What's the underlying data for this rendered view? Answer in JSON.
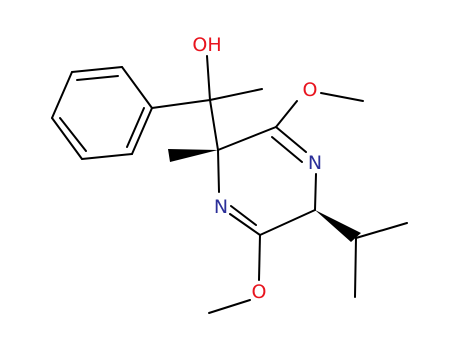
{
  "molecule": {
    "colors": {
      "bond": "#000000",
      "oxygen": "#e8141e",
      "nitrogen": "#2b2f99",
      "background": "#ffffff"
    },
    "labels": {
      "hydroxyl": "OH",
      "methoxy_top_oxygen": "O",
      "methoxy_bottom_oxygen": "O",
      "ring_nitrogen_upper": "N",
      "ring_nitrogen_lower": "N"
    }
  }
}
